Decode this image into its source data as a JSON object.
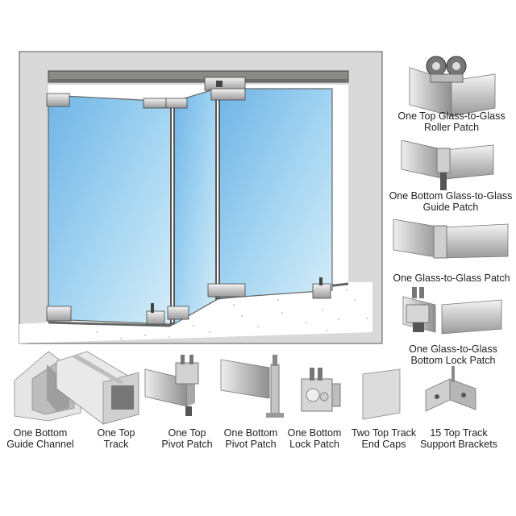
{
  "scene": {
    "colors": {
      "wall": "#d9d9d9",
      "glass": "#8fc8ec",
      "metal": "#c9c9c9",
      "track": "#8a8a88",
      "floor": "#ffffff"
    }
  },
  "components": {
    "side": [
      {
        "id": "roller",
        "line1": "One Top Glass-to-Glass",
        "line2": "Roller Patch"
      },
      {
        "id": "guide",
        "line1": "One Bottom Glass-to-Glass",
        "line2": "Guide Patch"
      },
      {
        "id": "g2g",
        "line1": "One Glass-to-Glass Patch",
        "line2": ""
      },
      {
        "id": "lock",
        "line1": "One Glass-to-Glass",
        "line2": "Bottom Lock Patch"
      }
    ],
    "bottom": [
      {
        "id": "channel",
        "line1": "One Bottom",
        "line2": "Guide Channel"
      },
      {
        "id": "toptrack",
        "line1": "One Top",
        "line2": "Track"
      },
      {
        "id": "toppivot",
        "line1": "One Top",
        "line2": "Pivot Patch"
      },
      {
        "id": "botpivot",
        "line1": "One Bottom",
        "line2": "Pivot Patch"
      },
      {
        "id": "botlock",
        "line1": "One Bottom",
        "line2": "Lock Patch"
      },
      {
        "id": "endcaps",
        "line1": "Two Top Track",
        "line2": "End Caps"
      },
      {
        "id": "brackets",
        "line1": "15 Top Track",
        "line2": "Support Brackets"
      }
    ]
  }
}
